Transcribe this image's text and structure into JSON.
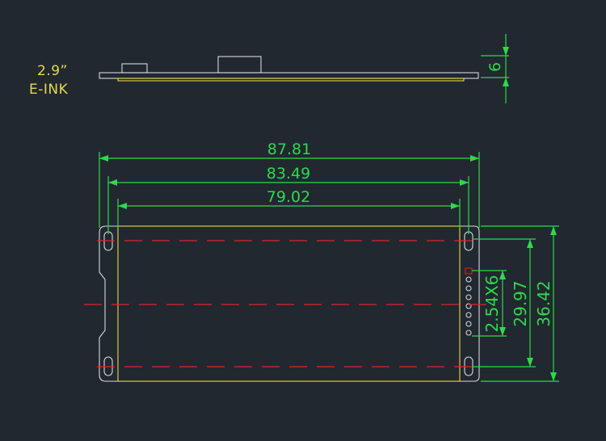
{
  "title": {
    "line1": "2.9”",
    "line2": "E-INK"
  },
  "dimensions": {
    "total_width": "87.81",
    "hole_spacing": "83.49",
    "display_width": "79.02",
    "thickness": "6",
    "pin_pitch": "2.54X6",
    "hole_vertical": "29.97",
    "total_height": "36.42"
  },
  "colors": {
    "background": "#212830",
    "dimension": "#2fd94a",
    "outline": "#d7d7d7",
    "display": "#e8d84a",
    "centerline": "#e0222b"
  }
}
